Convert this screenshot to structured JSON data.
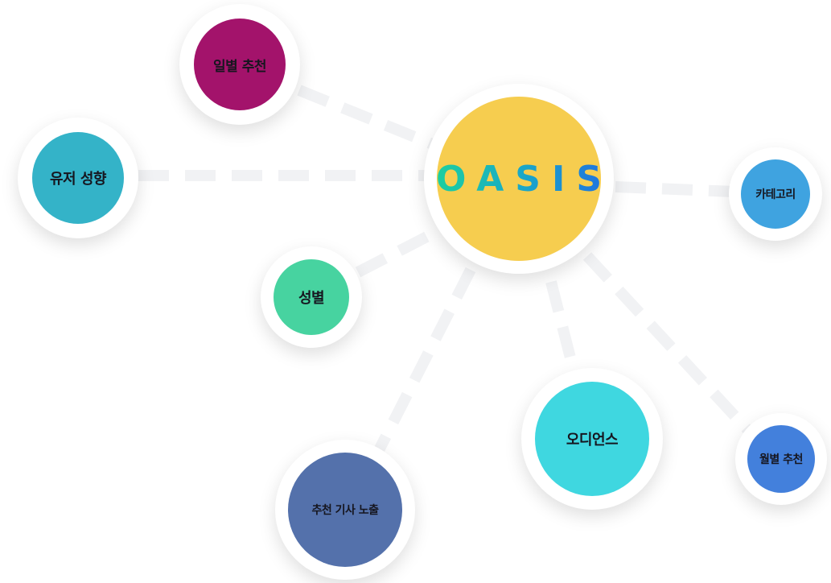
{
  "center": {
    "logo": "OASIS",
    "color": "#f6cd4f"
  },
  "nodes": [
    {
      "id": "daily",
      "label": "일별 추천",
      "color": "#a3136b"
    },
    {
      "id": "user",
      "label": "유저 성향",
      "color": "#34b3c8"
    },
    {
      "id": "category",
      "label": "카테고리",
      "color": "#3fa3e0"
    },
    {
      "id": "gender",
      "label": "성별",
      "color": "#47d3a0"
    },
    {
      "id": "audience",
      "label": "오디언스",
      "color": "#3fd7e0"
    },
    {
      "id": "monthly",
      "label": "월별 추천",
      "color": "#4380dc"
    },
    {
      "id": "exposure",
      "label": "추천 기사 노출",
      "color": "#5471ab"
    }
  ]
}
